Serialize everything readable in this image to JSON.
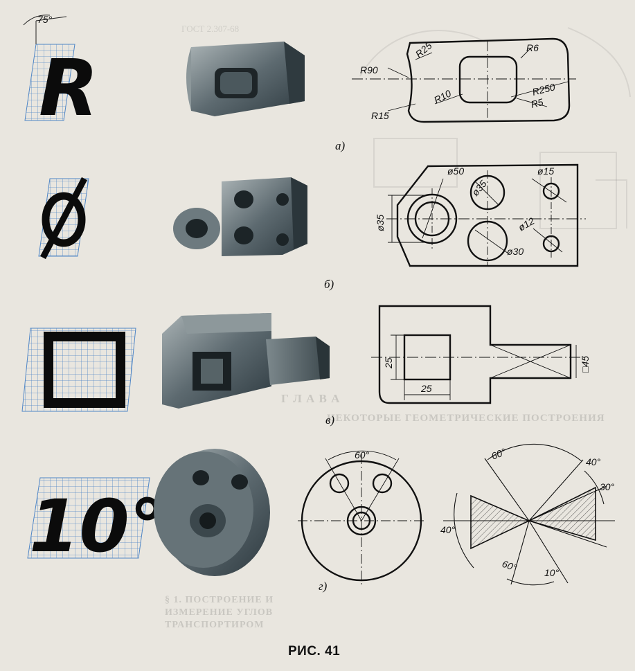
{
  "caption": "РИС. 41",
  "symbols": [
    {
      "name": "radius",
      "glyph": "R",
      "angle_label": "75°"
    },
    {
      "name": "diameter",
      "glyph": "ø"
    },
    {
      "name": "square",
      "glyph": "□"
    },
    {
      "name": "degree",
      "glyph": "10°"
    }
  ],
  "drawings": {
    "a": {
      "label": "а)",
      "dims": [
        "R90",
        "R25",
        "R6",
        "R250",
        "R5",
        "R10",
        "R15"
      ]
    },
    "b": {
      "label": "б)",
      "dims": [
        "ø50",
        "ø35",
        "ø15",
        "ø35",
        "ø12",
        "ø30"
      ]
    },
    "v": {
      "label": "в)",
      "dims": [
        "25",
        "25",
        "□45"
      ]
    },
    "g": {
      "label": "г)",
      "dims": [
        "60°",
        "60°",
        "40°",
        "30°",
        "40°",
        "60°",
        "10°"
      ]
    }
  },
  "background_text": {
    "chapter": "Г Л А В А",
    "heading": "НЕКОТОРЫЕ ГЕОМЕТРИЧЕСКИЕ ПОСТРОЕНИЯ",
    "section": "§ 1. ПОСТРОЕНИЕ И ИЗМЕРЕНИЕ УГЛОВ ТРАНСПОРТИРОМ",
    "ref": "ГОСТ 2.307-68"
  }
}
